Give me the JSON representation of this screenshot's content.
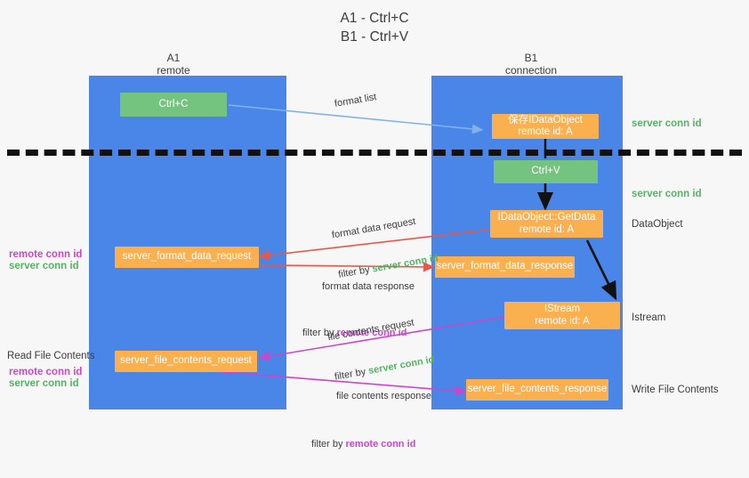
{
  "title": {
    "line1": "A1 - Ctrl+C",
    "line2": "B1 - Ctrl+V"
  },
  "columns": [
    {
      "id": "a1",
      "name": "A1",
      "role": "remote"
    },
    {
      "id": "b1",
      "name": "B1",
      "role": "connection"
    }
  ],
  "boxes": {
    "ctrl_c": "Ctrl+C",
    "ctrl_v": "Ctrl+V",
    "save_idataobject_l1": "保存IDataObject",
    "save_idataobject_l2": "remote id: A",
    "getdata_l1": "IDataObject::GetData",
    "getdata_l2": "remote id: A",
    "istream_l1": "IStream",
    "istream_l2": "remote id: A",
    "server_format_data_request": "server_format_data_request",
    "server_format_data_response": "server_format_data_response",
    "server_file_contents_request": "server_file_contents_request",
    "server_file_contents_response": "server_file_contents_response"
  },
  "annotations": {
    "format_list": "format list",
    "format_data_request": "format data request",
    "format_data_response": "format data response",
    "file_contents_request": "file contents request",
    "file_contents_response": "file contents response",
    "filter_by": "filter by ",
    "server_conn_id": "server conn id",
    "remote_conn_id": "remote conn id"
  },
  "side_labels": {
    "server_conn_id_top": "server conn id",
    "server_conn_id_mid": "server conn id",
    "dataobject": "DataObject",
    "istream": "Istream",
    "write_file_contents": "Write File Contents",
    "read_file_contents": "Read File Contents",
    "remote_conn_id": "remote conn id",
    "server_conn_id": "server conn id"
  },
  "colors": {
    "column_blue": "#4a86e8",
    "box_orange": "#fbb050",
    "box_green": "#74c37f",
    "arrow_lightblue": "#7fb3e8",
    "arrow_red": "#e8574a",
    "arrow_magenta": "#cc45cc",
    "arrow_black": "#111111",
    "text_green": "#54b364",
    "text_magenta": "#cc45cc",
    "background": "#f7f7f7"
  }
}
